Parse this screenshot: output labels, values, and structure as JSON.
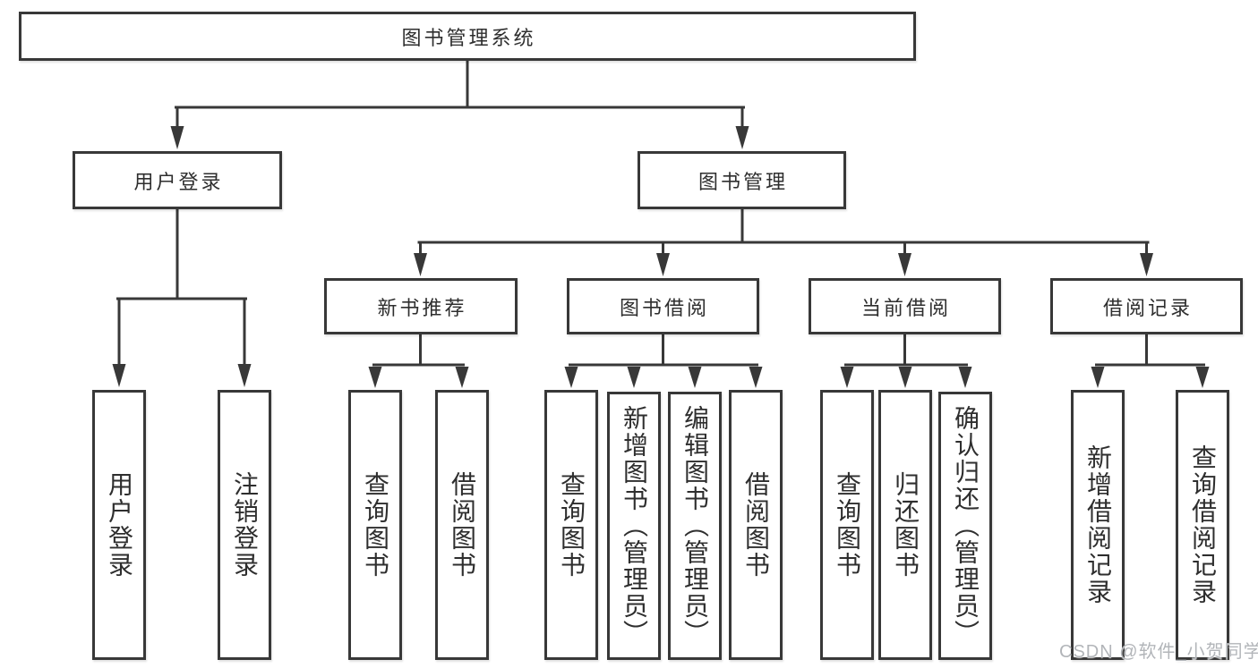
{
  "tree": {
    "root": {
      "label": "图书管理系统"
    },
    "branches": [
      {
        "label": "用户登录",
        "children": [
          "用户登录",
          "注销登录"
        ]
      },
      {
        "label": "图书管理",
        "children": [
          {
            "label": "新书推荐",
            "children": [
              "查询图书",
              "借阅图书"
            ]
          },
          {
            "label": "图书借阅",
            "children": [
              "查询图书",
              "新增图书（管理员）",
              "编辑图书（管理员）",
              "借阅图书"
            ]
          },
          {
            "label": "当前借阅",
            "children": [
              "查询图书",
              "归还图书",
              "确认归还（管理员）"
            ]
          },
          {
            "label": "借阅记录",
            "children": [
              "新增借阅记录",
              "查询借阅记录"
            ]
          }
        ]
      }
    ]
  },
  "watermark": "CSDN @软件_小贺同学",
  "colors": {
    "line": "#383838",
    "text": "#2e2e2e",
    "watermark": "#b2b5b9",
    "background": "#ffffff"
  }
}
